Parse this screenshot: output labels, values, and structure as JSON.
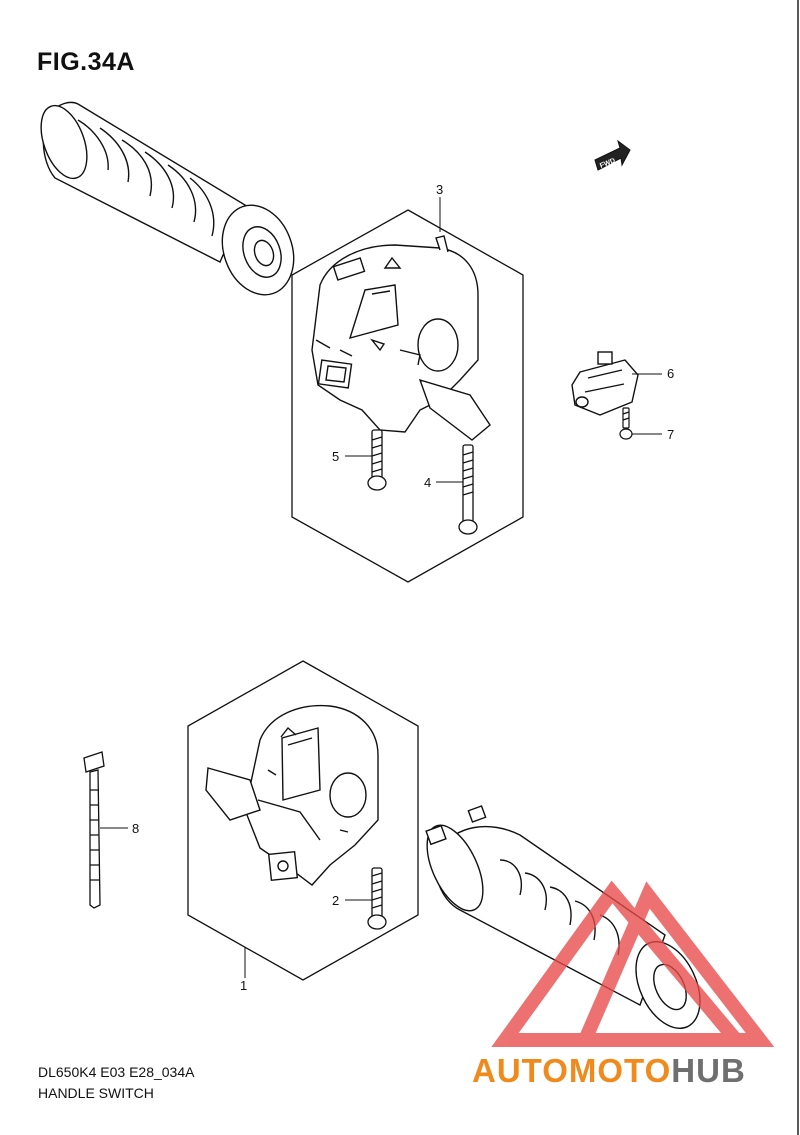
{
  "figure": {
    "title": "FIG.34A"
  },
  "direction_badge": "FWD",
  "callouts": {
    "c1": "1",
    "c2": "2",
    "c3": "3",
    "c4": "4",
    "c5": "5",
    "c6": "6",
    "c7": "7",
    "c8": "8"
  },
  "footer": {
    "model_code": "DL650K4 E03 E28_034A",
    "caption": "HANDLE SWITCH"
  },
  "watermark": {
    "part1": "AUTOMOTO",
    "part2": "HUB",
    "colors": {
      "accent": "#f08a1c",
      "dark": "#6f6f6f",
      "logo": "#e84a4a"
    }
  },
  "colors": {
    "line": "#111111",
    "background": "#ffffff"
  }
}
